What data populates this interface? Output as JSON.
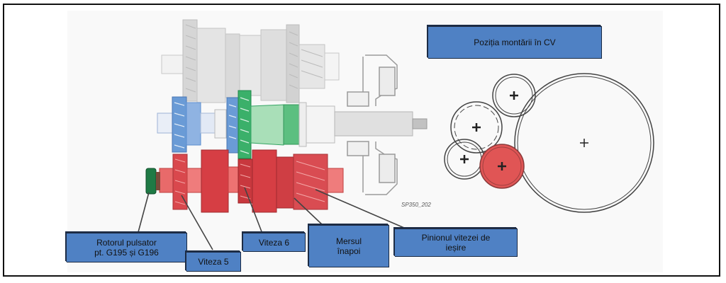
{
  "diagram": {
    "title_label": "Poziția montării în CV",
    "callouts": [
      {
        "id": "pulse-wheel",
        "line1": "Rotorul pulsator",
        "line2": "pt. G195 și G196"
      },
      {
        "id": "gear-5",
        "line1": "Viteza 5",
        "line2": ""
      },
      {
        "id": "gear-6",
        "line1": "Viteza 6",
        "line2": ""
      },
      {
        "id": "reverse",
        "line1": "Mersul",
        "line2": "înapoi"
      },
      {
        "id": "output-pinion",
        "line1": "Pinionul vitezei de",
        "line2": "ieșire"
      }
    ],
    "figure_code": "SP350_202",
    "colors": {
      "callout_fill": "#4f81c4",
      "output_shaft": "#d9484d",
      "input_shaft_blue": "#5b8ed0",
      "input_shaft_green": "#35a564",
      "pulse_wheel": "#1f7a45",
      "housing_gray": "#c8c8c8",
      "highlight_gear": "#e05555"
    }
  }
}
